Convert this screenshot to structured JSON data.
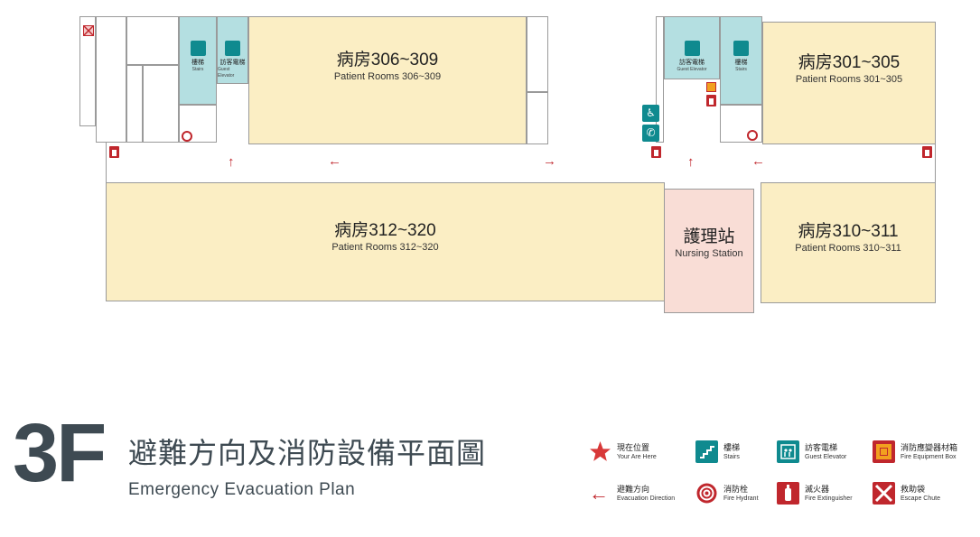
{
  "floor": "3F",
  "title_zh": "避難方向及消防設備平面圖",
  "title_en": "Emergency Evacuation Plan",
  "rooms": {
    "r306": {
      "zh": "病房306~309",
      "en": "Patient Rooms 306~309"
    },
    "r301": {
      "zh": "病房301~305",
      "en": "Patient Rooms 301~305"
    },
    "r312": {
      "zh": "病房312~320",
      "en": "Patient Rooms 312~320"
    },
    "r310": {
      "zh": "病房310~311",
      "en": "Patient Rooms 310~311"
    },
    "nurse": {
      "zh": "護理站",
      "en": "Nursing Station"
    }
  },
  "cores": {
    "stairs_left": {
      "zh": "樓梯",
      "en": "Stairs"
    },
    "elev_left": {
      "zh": "訪客電梯",
      "en": "Guest Elevator"
    },
    "elev_right": {
      "zh": "訪客電梯",
      "en": "Guest Elevator"
    },
    "stairs_right": {
      "zh": "樓梯",
      "en": "Stairs"
    }
  },
  "legend": {
    "here": {
      "zh": "現在位置",
      "en": "Your Are Here"
    },
    "stairs": {
      "zh": "樓梯",
      "en": "Stairs"
    },
    "elevator": {
      "zh": "訪客電梯",
      "en": "Guest Elevator"
    },
    "equip": {
      "zh": "消防應變器材箱",
      "en": "Fire Equipment Box"
    },
    "direction": {
      "zh": "避難方向",
      "en": "Evacuation Direction"
    },
    "hydrant": {
      "zh": "消防栓",
      "en": "Fire Hydrant"
    },
    "extinguisher": {
      "zh": "滅火器",
      "en": "Fire Extinguisher"
    },
    "chute": {
      "zh": "救助袋",
      "en": "Escape Chute"
    }
  },
  "colors": {
    "room": "#fbeec4",
    "core": "#b4dfe1",
    "nurse": "#f9ddd6",
    "accent": "#c0272d",
    "teal": "#0f8a8f",
    "text": "#3e4a52"
  }
}
